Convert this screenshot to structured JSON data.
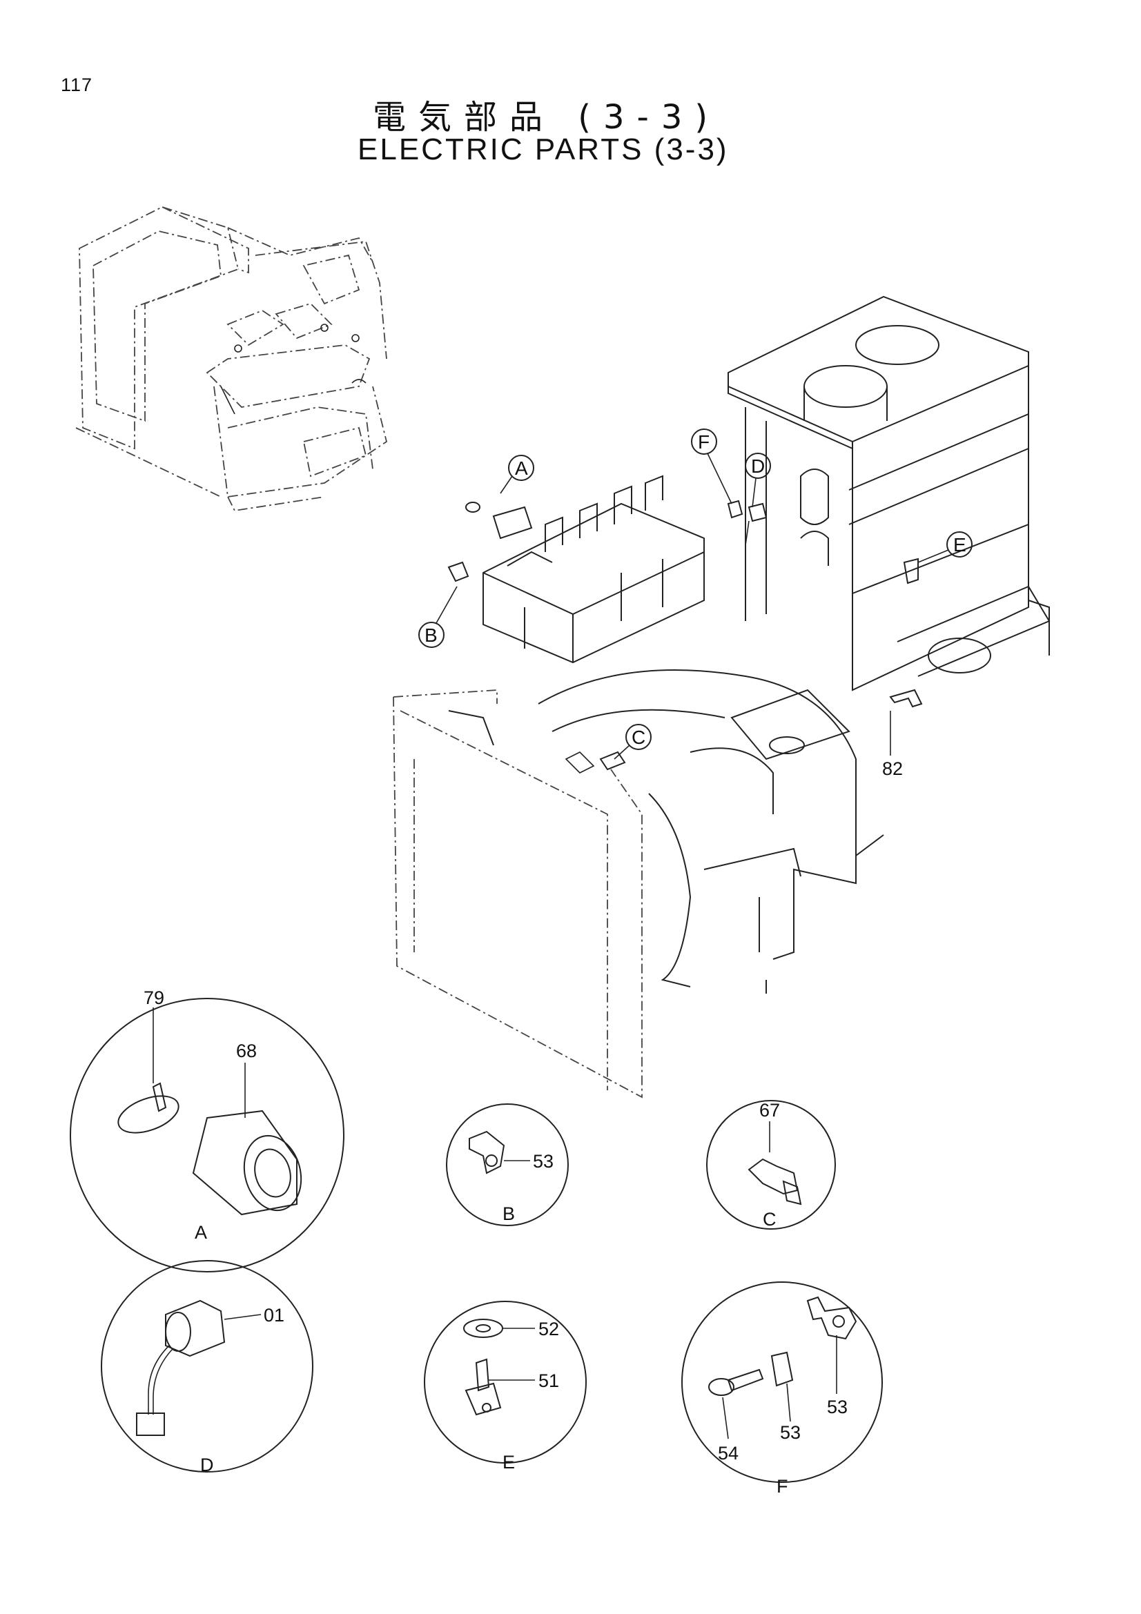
{
  "page_number": "117",
  "title_jp": "電気部品 (3-3)",
  "title_en": "ELECTRIC PARTS (3-3)",
  "callouts": {
    "a": "A",
    "b": "B",
    "c": "C",
    "d": "D",
    "e": "E",
    "f": "F"
  },
  "parts": {
    "p82": "82",
    "p79": "79",
    "p68": "68",
    "p53b": "53",
    "p67": "67",
    "p01": "01",
    "p52": "52",
    "p51": "51",
    "p53f1": "53",
    "p53f2": "53",
    "p54": "54"
  },
  "detail_labels": {
    "a": "A",
    "b": "B",
    "c": "C",
    "d": "D",
    "e": "E",
    "f": "F"
  }
}
